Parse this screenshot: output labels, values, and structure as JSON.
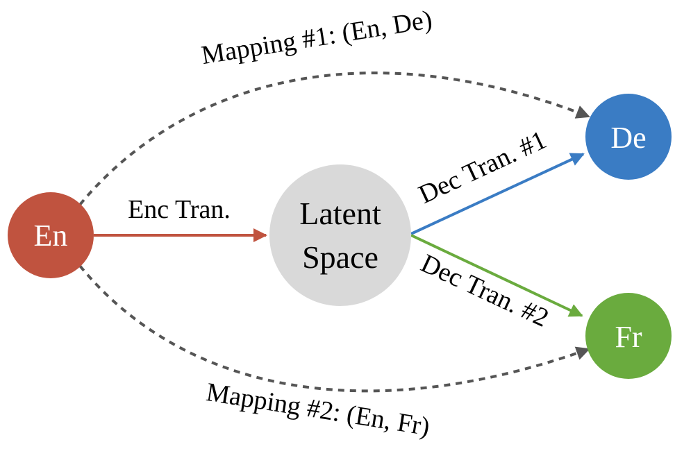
{
  "nodes": {
    "en": {
      "label": "En",
      "color": "#c0533f"
    },
    "latent": {
      "line1": "Latent",
      "line2": "Space",
      "color": "#d9d9d9"
    },
    "de": {
      "label": "De",
      "color": "#3a7cc4"
    },
    "fr": {
      "label": "Fr",
      "color": "#6aab3e"
    }
  },
  "edges": {
    "enc": {
      "label": "Enc Tran.",
      "color": "#c0533f"
    },
    "dec1": {
      "label": "Dec Tran. #1",
      "color": "#3a7cc4"
    },
    "dec2": {
      "label": "Dec Tran. #2",
      "color": "#6aab3e"
    },
    "mapping1": {
      "label": "Mapping #1:  (En, De)",
      "color": "#555555",
      "style": "dashed"
    },
    "mapping2": {
      "label": "Mapping #2:  (En, Fr)",
      "color": "#555555",
      "style": "dashed"
    }
  }
}
